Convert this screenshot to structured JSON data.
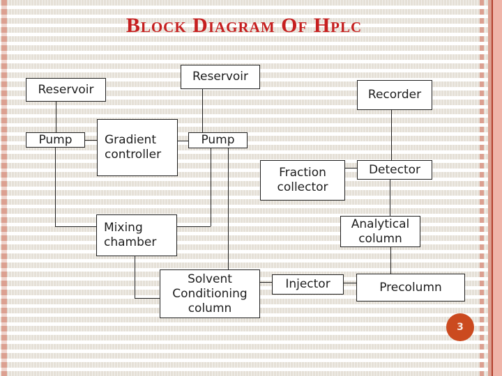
{
  "slide": {
    "title": "Block Diagram Of Hplc",
    "title_display": "BLOCK DIAGRAM OF HPLC",
    "page_number": "3",
    "colors": {
      "title_red": "#c61f1f",
      "page_badge_orange": "#cb4a1f",
      "stripe_beige": "#e5e0d7",
      "side_band_salmon": "#dca091",
      "side_line_dark_red": "#b2402c"
    }
  },
  "diagram": {
    "boxes": {
      "reservoir_left": {
        "label": "Reservoir"
      },
      "reservoir_center": {
        "label": "Reservoir"
      },
      "recorder": {
        "label": "Recorder"
      },
      "pump_left": {
        "label": "Pump"
      },
      "gradient_controller": {
        "label": "Gradient controller"
      },
      "pump_center": {
        "label": "Pump"
      },
      "fraction_collector": {
        "label": "Fraction collector"
      },
      "detector": {
        "label": "Detector"
      },
      "mixing_chamber": {
        "label": "Mixing chamber"
      },
      "analytical_column": {
        "label": "Analytical column"
      },
      "solvent_conditioning_column": {
        "label": "Solvent Conditioning column"
      },
      "injector": {
        "label": "Injector"
      },
      "precolumn": {
        "label": "Precolumn"
      }
    },
    "connections": [
      [
        "reservoir-left",
        "pump-left"
      ],
      [
        "pump-left",
        "gradient-controller"
      ],
      [
        "gradient-controller",
        "pump-center"
      ],
      [
        "reservoir-center",
        "pump-center"
      ],
      [
        "pump-center",
        "mixing-chamber"
      ],
      [
        "pump-center",
        "solvent-conditioning-column"
      ],
      [
        "pump-left",
        "mixing-chamber"
      ],
      [
        "mixing-chamber",
        "solvent-conditioning-column"
      ],
      [
        "solvent-conditioning-column",
        "injector"
      ],
      [
        "injector",
        "precolumn"
      ],
      [
        "analytical-column",
        "precolumn"
      ],
      [
        "detector",
        "analytical-column"
      ],
      [
        "fraction-collector",
        "detector"
      ],
      [
        "recorder",
        "detector"
      ]
    ]
  }
}
